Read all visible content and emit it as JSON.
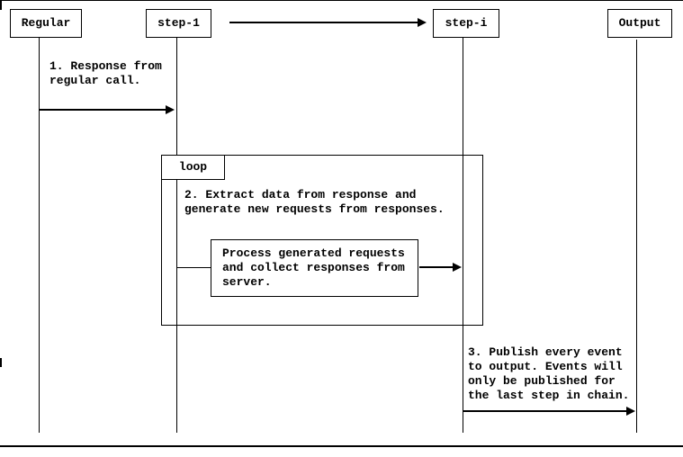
{
  "colors": {
    "background": "#ffffff",
    "line": "#000000",
    "text": "#000000"
  },
  "actors": [
    {
      "label": "Regular"
    },
    {
      "label": "step-1"
    },
    {
      "label": "step-i"
    },
    {
      "label": "Output"
    }
  ],
  "loop": {
    "label": "loop"
  },
  "messages": {
    "msg1": "1. Response from\nregular call.",
    "msg2": "2. Extract data from response and\ngenerate new requests from responses.",
    "process": "Process generated requests\nand collect responses from\nserver.",
    "msg3": "3. Publish every event\nto output. Events will\nonly be published for\nthe last step in chain."
  }
}
